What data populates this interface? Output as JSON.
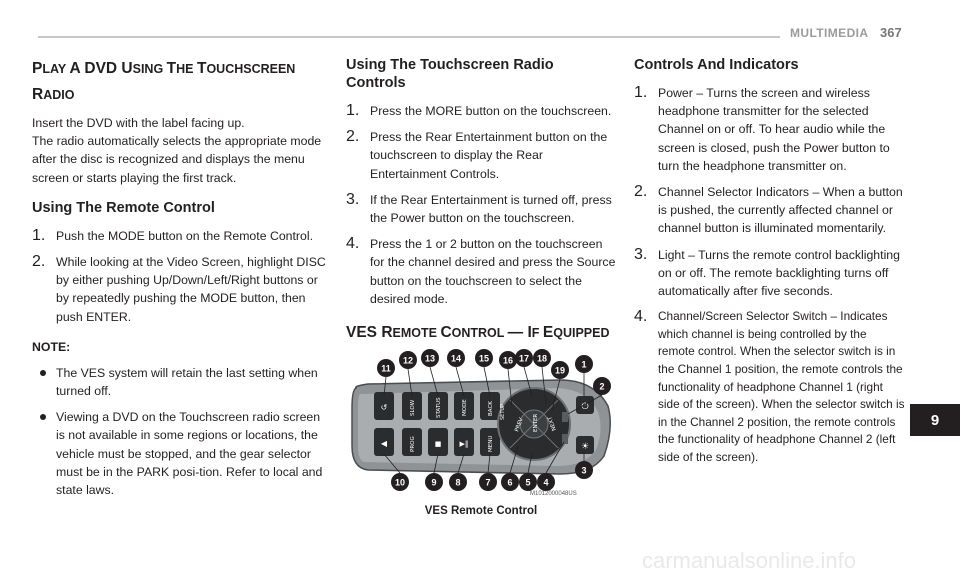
{
  "header": {
    "chapter": "MULTIMEDIA",
    "page_number": "367"
  },
  "tab_number": "9",
  "col1": {
    "heading_line1_first": "P",
    "heading_line1_sc": "LAY ",
    "heading_line1_b": "A DVD U",
    "heading_line1_sc2": "SING ",
    "heading_line1_c": "T",
    "heading_line1_sc3": "HE ",
    "heading_line1_d": "T",
    "heading_line1_sc4": "OUCHSCREEN",
    "heading_line2_first": "R",
    "heading_line2_sc": "ADIO",
    "para1": "Insert the DVD with the label facing up.",
    "para2": "The radio automatically selects the appropriate mode after the disc is recognized and displays the menu screen or starts playing the first track.",
    "subheading": "Using The Remote Control",
    "steps": [
      {
        "n": "1.",
        "text": "Push the MODE button on the Remote Control."
      },
      {
        "n": "2.",
        "text": "While looking at the Video Screen, highlight DISC by either pushing Up/Down/Left/Right buttons or by repeatedly pushing the MODE button, then push ENTER."
      }
    ],
    "note_label": "NOTE:",
    "bullets": [
      "The VES system will retain the last setting when turned off.",
      "Viewing a DVD on the Touchscreen radio screen is not available in some regions or locations, the vehicle must be stopped, and the gear selector must be in the PARK posi-tion. Refer to local and state laws."
    ]
  },
  "col2": {
    "subheading": "Using The Touchscreen Radio Controls",
    "steps": [
      {
        "n": "1.",
        "text": "Press the MORE button on the touchscreen."
      },
      {
        "n": "2.",
        "text": "Press the Rear Entertainment button on the touchscreen to display the Rear Entertainment Controls."
      },
      {
        "n": "3.",
        "text": "If the Rear Entertainment is turned off, press the Power button on the touchscreen."
      },
      {
        "n": "4.",
        "text": "Press the 1 or 2 button on the touchscreen for the channel desired and press the Source button on the touchscreen to select the desired mode."
      }
    ],
    "heading_a": "VES R",
    "heading_a_sc": "EMOTE ",
    "heading_b": "C",
    "heading_b_sc": "ONTROL ",
    "heading_c": "— I",
    "heading_c_sc": "F ",
    "heading_d": "E",
    "heading_d_sc": "QUIPPED",
    "figure_caption": "VES Remote Control",
    "figure_code": "M1012000048US",
    "callouts_top": [
      "11",
      "12",
      "13",
      "14",
      "15",
      "16",
      "17",
      "18",
      "19",
      "1",
      "2"
    ],
    "callouts_bottom": [
      "10",
      "9",
      "8",
      "7",
      "6",
      "5",
      "4",
      "3"
    ],
    "button_labels": [
      "SLOW",
      "STATUS",
      "MODE",
      "BACK",
      "SETUP",
      "MENU",
      "PREV",
      "ENTER",
      "NEXT",
      "PROG"
    ]
  },
  "col3": {
    "subheading": "Controls And Indicators",
    "steps": [
      {
        "n": "1.",
        "text": "Power – Turns the screen and wireless headphone transmitter for the selected Channel on or off. To hear audio while the screen is closed, push the Power button to turn the headphone transmitter on."
      },
      {
        "n": "2.",
        "text": "Channel Selector Indicators – When a button is pushed, the currently affected channel or channel button is illuminated momentarily."
      },
      {
        "n": "3.",
        "text": "Light – Turns the remote control backlighting on or off. The remote backlighting turns off automatically after five seconds."
      },
      {
        "n": "4.",
        "text": "Channel/Screen Selector Switch – Indicates which channel is being controlled by the remote control. When the selector switch is in the Channel 1 position, the remote controls the functionality of headphone Channel 1 (right side of the screen). When the selector switch is in the Channel 2 position, the remote controls the functionality of headphone Channel 2 (left side of the screen)."
      }
    ]
  },
  "watermark": "carmanualsonline.info"
}
